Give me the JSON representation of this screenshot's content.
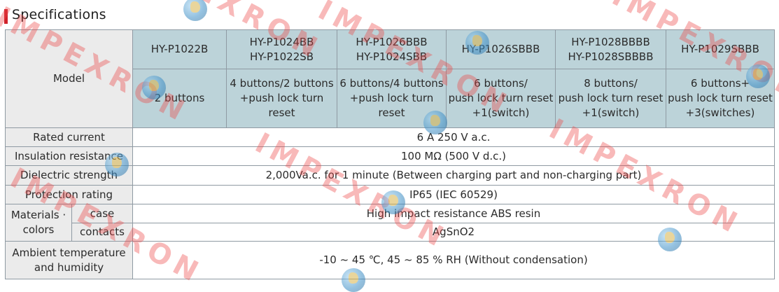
{
  "heading": "Specifications",
  "table": {
    "model_label": "Model",
    "models": [
      {
        "name": "HY-P1022B",
        "desc": "2 buttons"
      },
      {
        "name": "HY-P1024BB\nHY-P1022SB",
        "desc": "4 buttons/2 buttons\n+push lock turn\nreset"
      },
      {
        "name": "HY-P1026BBB\nHY-P1024SBB",
        "desc": "6 buttons/4 buttons\n+push lock turn\nreset"
      },
      {
        "name": "HY-P1026SBBB",
        "desc": "6 buttons/\npush lock turn reset\n+1(switch)"
      },
      {
        "name": "HY-P1028BBBB\nHY-P1028SBBBB",
        "desc": "8 buttons/\npush lock turn reset\n+1(switch)"
      },
      {
        "name": "HY-P1029SBBB",
        "desc": "6 buttons+\npush lock turn reset\n+3(switches)"
      }
    ],
    "rows": {
      "rated_current": {
        "label": "Rated current",
        "value": "6 A 250 V a.c."
      },
      "insulation": {
        "label": "Insulation resistance",
        "value": "100 MΩ (500 V d.c.)"
      },
      "dielectric": {
        "label": "Dielectric strength",
        "value": "2,000Va.c. for 1 minute (Between charging part and non-charging part)"
      },
      "protection": {
        "label": "Protection rating",
        "value": "IP65 (IEC 60529)"
      },
      "materials_label": "Materials ·\ncolors",
      "case": {
        "label": "case",
        "value": "High impact resistance ABS resin"
      },
      "contacts": {
        "label": "contacts",
        "value": "AgSnO2"
      },
      "ambient": {
        "label": "Ambient temperature\nand humidity",
        "value": "-10 ~ 45 ℃, 45 ~ 85 % RH (Without condensation)"
      }
    }
  },
  "watermark": "IMPEXRON",
  "colors": {
    "accent": "#d0212a",
    "model_header_bg": "#bcd3d9",
    "label_bg": "#ebebeb",
    "border": "#8f9aa3",
    "watermark": "#ec4646"
  }
}
